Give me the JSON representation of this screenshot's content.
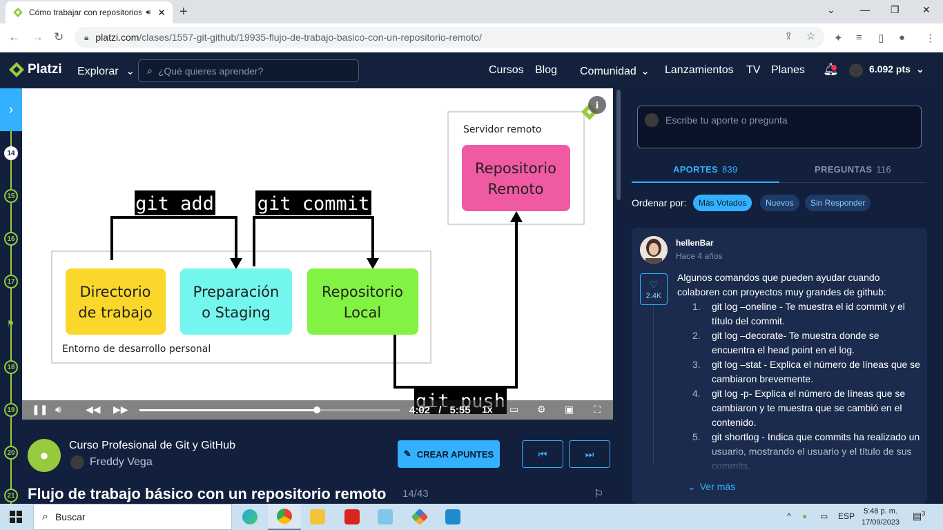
{
  "browser": {
    "tab_title": "Cómo trabajar con repositorios",
    "url_host": "platzi.com",
    "url_path": "/clases/1557-git-github/19935-flujo-de-trabajo-basico-con-un-repositorio-remoto/"
  },
  "header": {
    "logo": "Platzi",
    "explorar": "Explorar",
    "search_placeholder": "¿Qué quieres aprender?",
    "nav": [
      "Cursos",
      "Blog",
      "Comunidad",
      "Lanzamientos",
      "TV",
      "Planes"
    ],
    "points": "6.092 pts"
  },
  "rail": {
    "items": [
      "14",
      "15",
      "16",
      "17",
      "18",
      "19",
      "20",
      "21"
    ],
    "active": "14"
  },
  "diagram": {
    "server_label": "Servidor remoto",
    "remote_repo": [
      "Repositorio",
      "Remoto"
    ],
    "env_label": "Entorno de desarrollo personal",
    "boxes": [
      {
        "lines": [
          "Directorio",
          "de trabajo"
        ],
        "color": "#fad72a"
      },
      {
        "lines": [
          "Preparación",
          "o Staging"
        ],
        "color": "#73f6ee"
      },
      {
        "lines": [
          "Repositorio",
          "Local"
        ],
        "color": "#83f343"
      }
    ],
    "commands": [
      "git add",
      "git commit",
      "git push"
    ],
    "remote_color": "#ef5aa2"
  },
  "player": {
    "current": "4:02",
    "separator": "/",
    "duration": "5:55",
    "speed": "1x",
    "progress": 0.68
  },
  "course": {
    "title": "Curso Profesional de Git y GitHub",
    "teacher": "Freddy Vega",
    "notes_button": "CREAR APUNTES",
    "class_title": "Flujo de trabajo básico con un repositorio remoto",
    "class_count": "14/43"
  },
  "panel": {
    "composer_placeholder": "Escribe tu aporte o pregunta",
    "tabs": [
      {
        "label": "APORTES",
        "count": "839"
      },
      {
        "label": "PREGUNTAS",
        "count": "116"
      }
    ],
    "sort_label": "Ordenar por:",
    "sort_options": [
      "Más Votados",
      "Nuevos",
      "Sin Responder"
    ],
    "comment": {
      "user": "hellenBar",
      "time": "Hace 4 años",
      "likes": "2.4K",
      "intro": "Algunos comandos que pueden ayudar cuando colaboren con proyectos muy grandes de github:",
      "items": [
        "git log –oneline - Te muestra el id commit y el título del commit.",
        "git log –decorate- Te muestra donde se encuentra el head point en el log.",
        "git log –stat - Explica el número de líneas que se cambiaron brevemente.",
        "git log -p- Explica el número de líneas que se cambiaron y te muestra que se cambió en el contenido.",
        "git shortlog - Indica que commits ha realizado un usuario, mostrando el usuario y el título de sus commits."
      ],
      "more": "Ver más"
    }
  },
  "taskbar": {
    "search": "Buscar",
    "lang": "ESP",
    "time": "5:48 p. m.",
    "date": "17/09/2023",
    "notifications": "3"
  },
  "colors": {
    "accent": "#33b1ff",
    "platzi_green": "#98ca3f",
    "background": "#121f3d"
  }
}
